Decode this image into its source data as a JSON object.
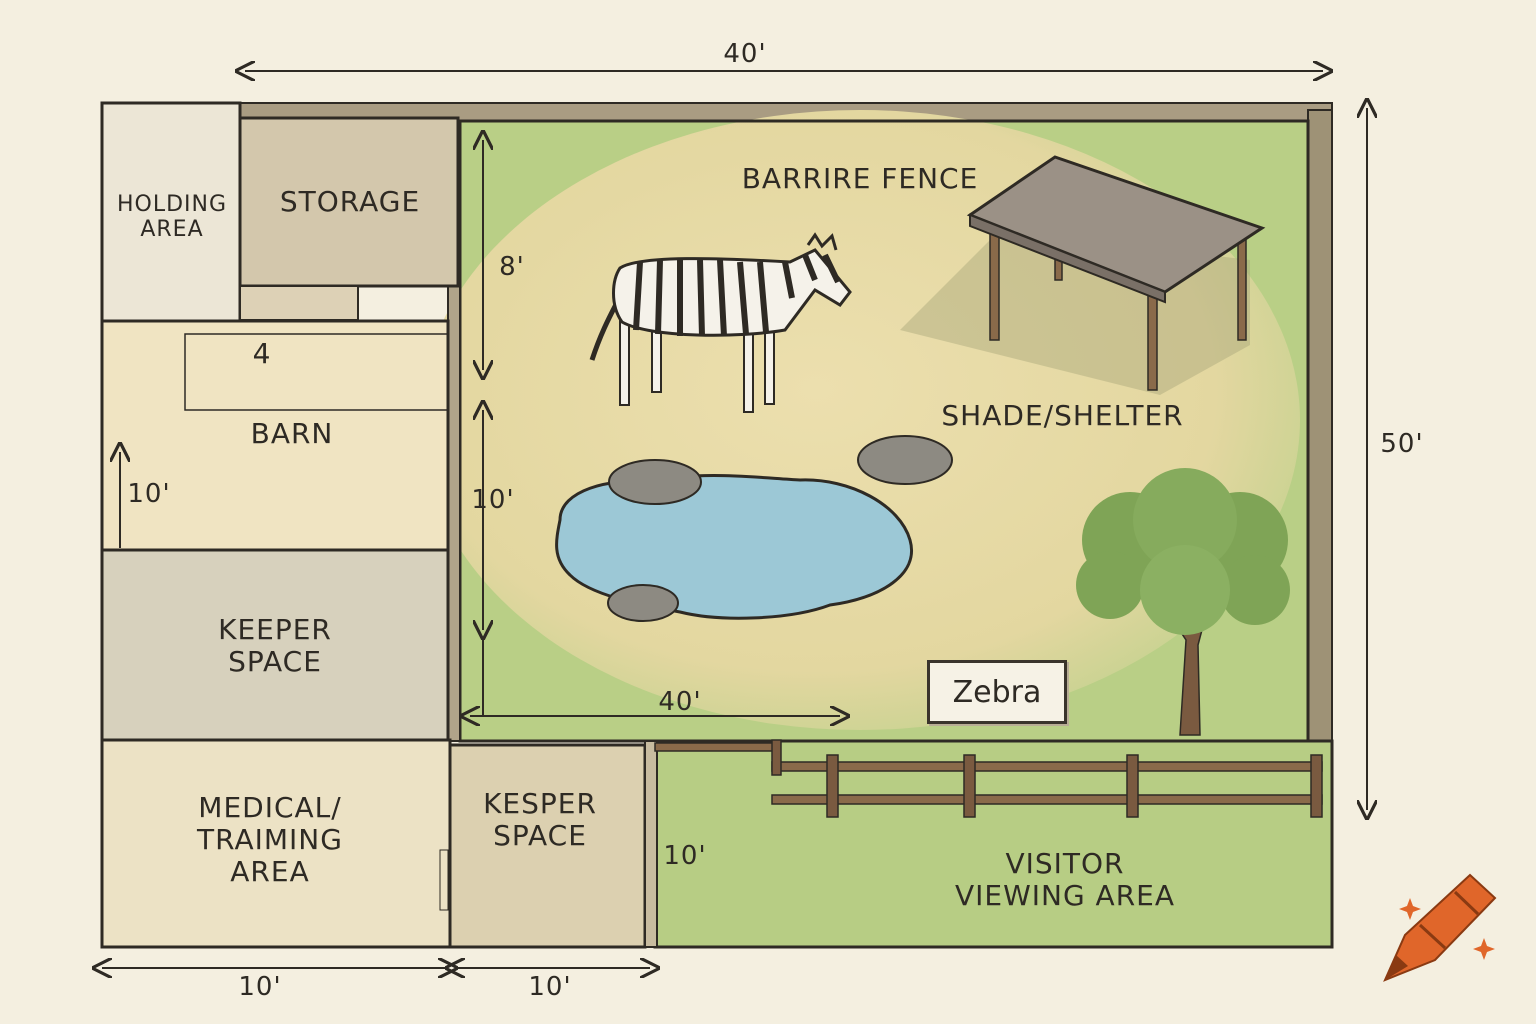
{
  "rooms": {
    "holding_area": "HOLDING\nAREA",
    "storage": "STORAGE",
    "barn": "BARN",
    "barn_number": "4",
    "keeper_space": "KEEPER\nSPACE",
    "medical_training": "MEDICAL/\nTRAIMING\nAREA",
    "kesper_space": "KESPER\nSPACE",
    "visitor_viewing": "VISITOR\nVIEWING AREA"
  },
  "enclosure": {
    "barrier_fence": "BARRIRE FENCE",
    "shade_shelter": "SHADE/SHELTER",
    "sign_text": "Zebra"
  },
  "dimensions": {
    "top_width": "40'",
    "right_height": "50'",
    "inner_vertical_upper": "8'",
    "inner_vertical_lower": "10'",
    "inner_horizontal": "40'",
    "barn_height": "10'",
    "visitor_height": "10'",
    "bottom_left": "10'",
    "bottom_mid": "10'"
  },
  "colors": {
    "paper": "#f4efe0",
    "grass": "#b9cf86",
    "dirt": "#e8dcaa",
    "water": "#9cc8d6",
    "wall": "#2e2a24",
    "wood": "#8a6a4a"
  },
  "icons": [
    "zebra-icon",
    "shelter-icon",
    "tree-icon",
    "pond-icon",
    "rock-icon",
    "crayon-logo-icon"
  ]
}
